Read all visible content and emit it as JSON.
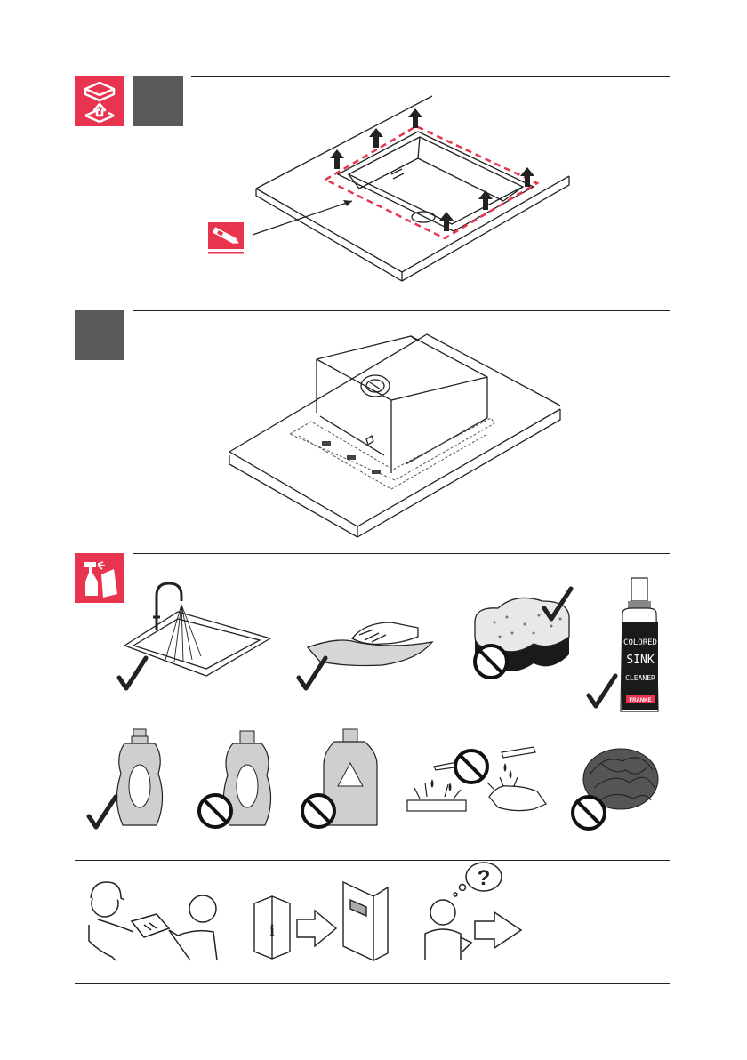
{
  "step_removal": {
    "icon": "sink-lift-out-icon",
    "step_number": "",
    "tool_icon": "cutter-knife-icon"
  },
  "step_install": {
    "step_number": ""
  },
  "care_section": {
    "icon": "cleaning-spray-icon",
    "cleaner_label": [
      "COLORED",
      "SINK",
      "CLEANER"
    ],
    "cleaner_brand": "FRANKE"
  },
  "colors": {
    "accent": "#e8344e",
    "step_gray": "#5a5a5a",
    "line": "#222222"
  }
}
